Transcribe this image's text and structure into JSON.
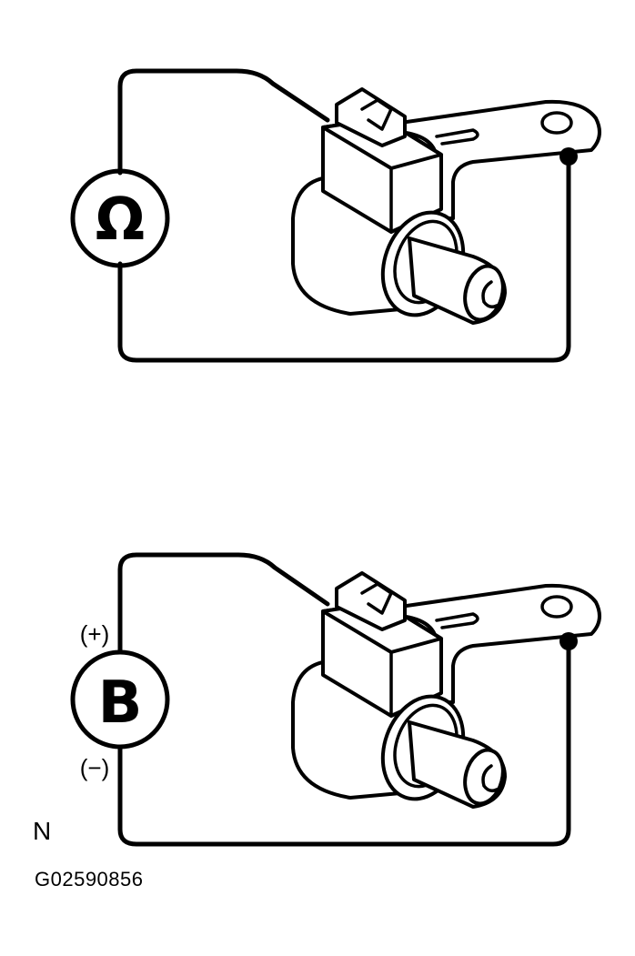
{
  "diagrams": [
    {
      "name": "resistance-test",
      "meter_symbol": "Ω"
    },
    {
      "name": "battery-test",
      "meter_symbol": "B",
      "positive_label": "(+)",
      "negative_label": "(−)"
    }
  ],
  "corner_label": "N",
  "figure_code": "G02590856"
}
